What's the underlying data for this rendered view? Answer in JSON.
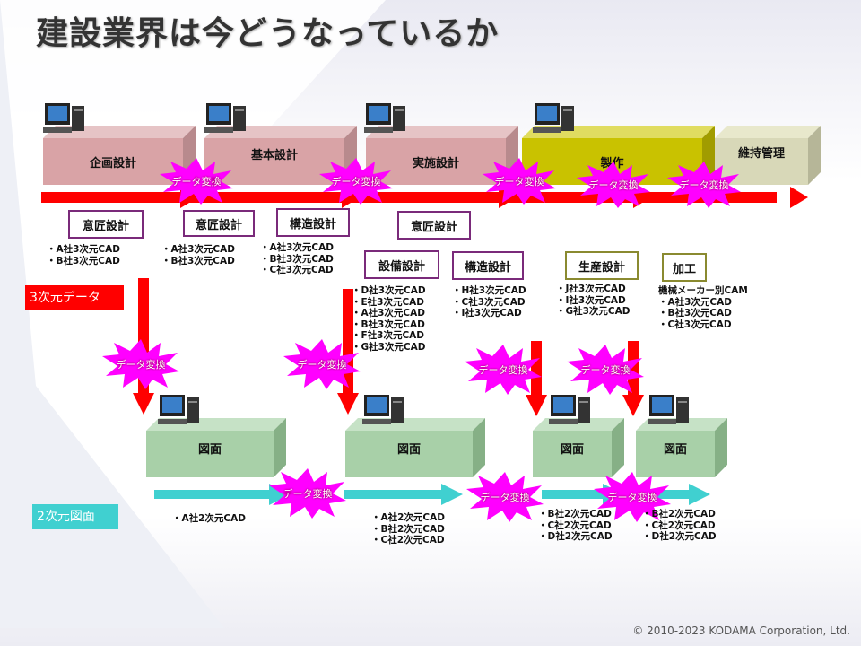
{
  "title": "建設業界は今どうなっているか",
  "stages": [
    "企画設計",
    "基本設計",
    "実施設計",
    "製作",
    "維持管理"
  ],
  "drawing_label": "図面",
  "convert_label": "データ変換",
  "labels": {
    "design1": "意匠設計",
    "design2": "意匠設計",
    "structure1": "構造設計",
    "design3": "意匠設計",
    "equipment": "設備設計",
    "structure2": "構造設計",
    "production": "生産設計",
    "machining": "加工"
  },
  "badges": {
    "three_d": "3次元データ",
    "two_d": "2次元図面"
  },
  "lists": {
    "l1": [
      "・A社3次元CAD",
      "・B社3次元CAD"
    ],
    "l2": [
      "・A社3次元CAD",
      "・B社3次元CAD"
    ],
    "l3": [
      "・A社3次元CAD",
      "・B社3次元CAD",
      "・C社3次元CAD"
    ],
    "l4": [
      "・D社3次元CAD",
      "・E社3次元CAD",
      "・A社3次元CAD",
      "・B社3次元CAD",
      "・F社3次元CAD",
      "・G社3次元CAD"
    ],
    "l5": [
      "・H社3次元CAD",
      "・C社3次元CAD",
      "・I社3次元CAD"
    ],
    "l6": [
      "・J社3次元CAD",
      "・I社3次元CAD",
      "・G社3次元CAD"
    ],
    "l7_head": "機械メーカー別CAM",
    "l7": [
      "・A社3次元CAD",
      "・B社3次元CAD",
      "・C社3次元CAD"
    ],
    "b1": [
      "・A社2次元CAD"
    ],
    "b2": [
      "・A社2次元CAD",
      "・B社2次元CAD",
      "・C社2次元CAD"
    ],
    "b3": [
      "・B社2次元CAD",
      "・C社2次元CAD",
      "・D社2次元CAD"
    ],
    "b4": [
      "・B社2次元CAD",
      "・C社2次元CAD",
      "・D社2次元CAD"
    ]
  },
  "copyright": "© 2010-2023 KODAMA Corporation, Ltd.",
  "colors": {
    "pink": "#d9a3a6",
    "olive": "#c9c200",
    "gray": "#d8d8b8",
    "green": "#a8d0a8",
    "red": "#ff0000",
    "cyan": "#40d0d0",
    "magenta": "#ff00ff"
  }
}
